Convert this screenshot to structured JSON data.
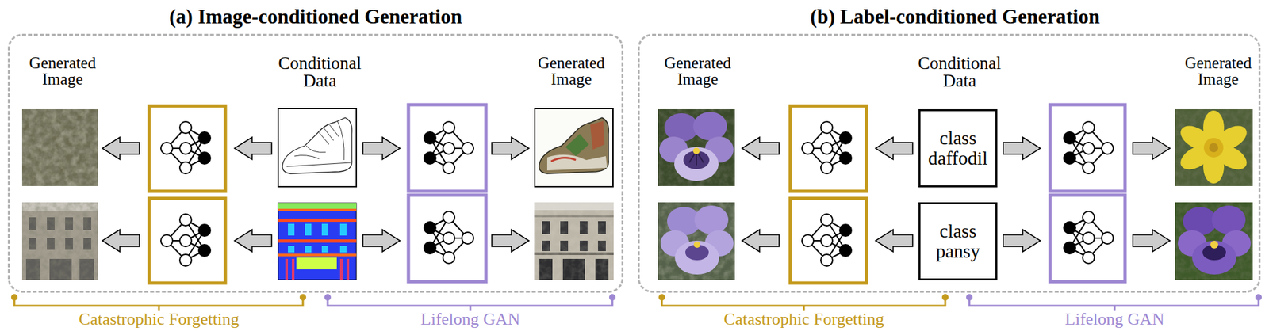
{
  "diagram": {
    "nodes": [
      {
        "text": [
          "(a) Image-conditioned Generation"
        ]
      },
      {
        "text": [
          "(b) Label-conditioned Generation"
        ]
      },
      {
        "text": [
          "class daffodil"
        ],
        "in": 1
      },
      {
        "text": [
          "class pansy"
        ],
        "in": 1
      }
    ],
    "labels": [
      "Generated Image",
      "Conditional Data",
      "Generated Image",
      "Generated Image",
      "Conditional Data",
      "Generated Image",
      "Catastrophic Forgetting",
      "Lifelong GAN",
      "Catastrophic Forgetting",
      "Lifelong GAN"
    ]
  }
}
